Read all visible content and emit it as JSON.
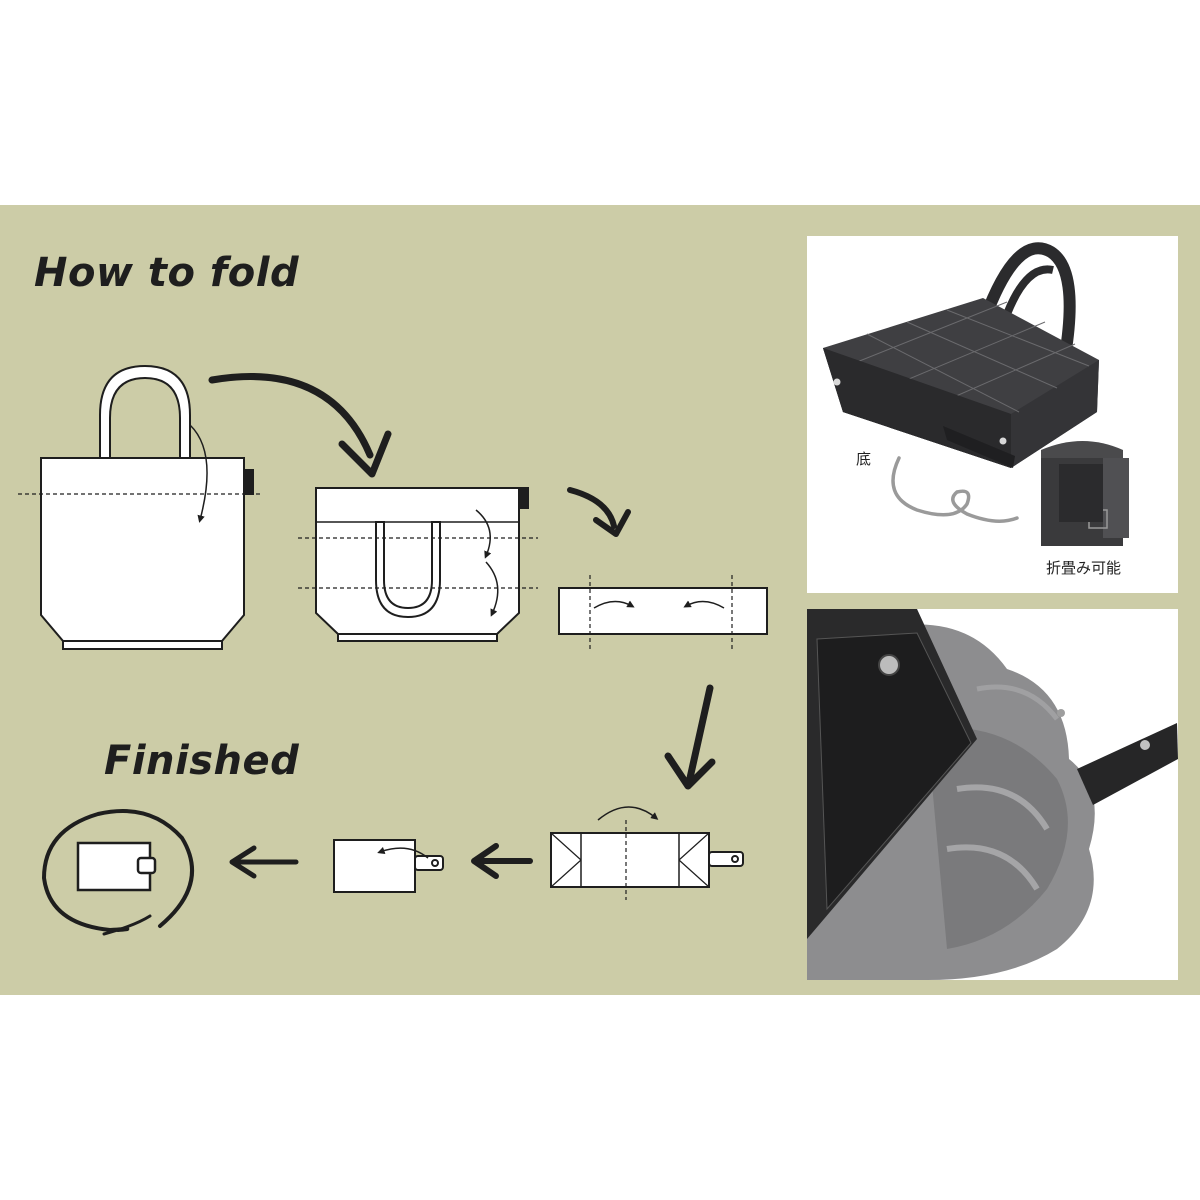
{
  "headings": {
    "how_to_fold": "How to fold",
    "finished": "Finished"
  },
  "photo_labels": {
    "bottom": "底",
    "foldable": "折畳み可能"
  },
  "colors": {
    "panel_background": "#cccca7",
    "line": "#1e1e1e",
    "bag_fill": "#ffffff",
    "fabric_dark": "#3b3b3d",
    "fabric_grey": "#8e8e8e",
    "leather": "#2b2b2b"
  },
  "icons": [
    "tote-bag-icon",
    "fold-arrow-icon",
    "snap-button-icon",
    "logo-tag-icon",
    "finished-circle-icon"
  ]
}
